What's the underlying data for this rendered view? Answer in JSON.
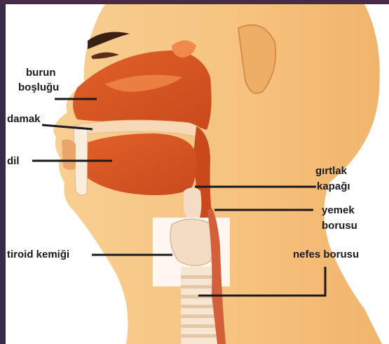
{
  "labels": {
    "burun_line1": "burun",
    "burun_line2": "boşluğu",
    "damak": "damak",
    "dil": "dil",
    "girtlak_line1": "gırtlak",
    "girtlak_line2": "kapağı",
    "yemek_line1": "yemek",
    "yemek_line2": "borusu",
    "tiroid": "tiroid kemiği",
    "nefes": "nefes borusu"
  },
  "colors": {
    "skin": "#f6c584",
    "skin_dark": "#e8a35a",
    "cavity": "#d9531e",
    "cavity_dark": "#b8401a",
    "tongue": "#e06a30",
    "cartilage": "#f4e6d8",
    "line": "#1a1a1a"
  }
}
